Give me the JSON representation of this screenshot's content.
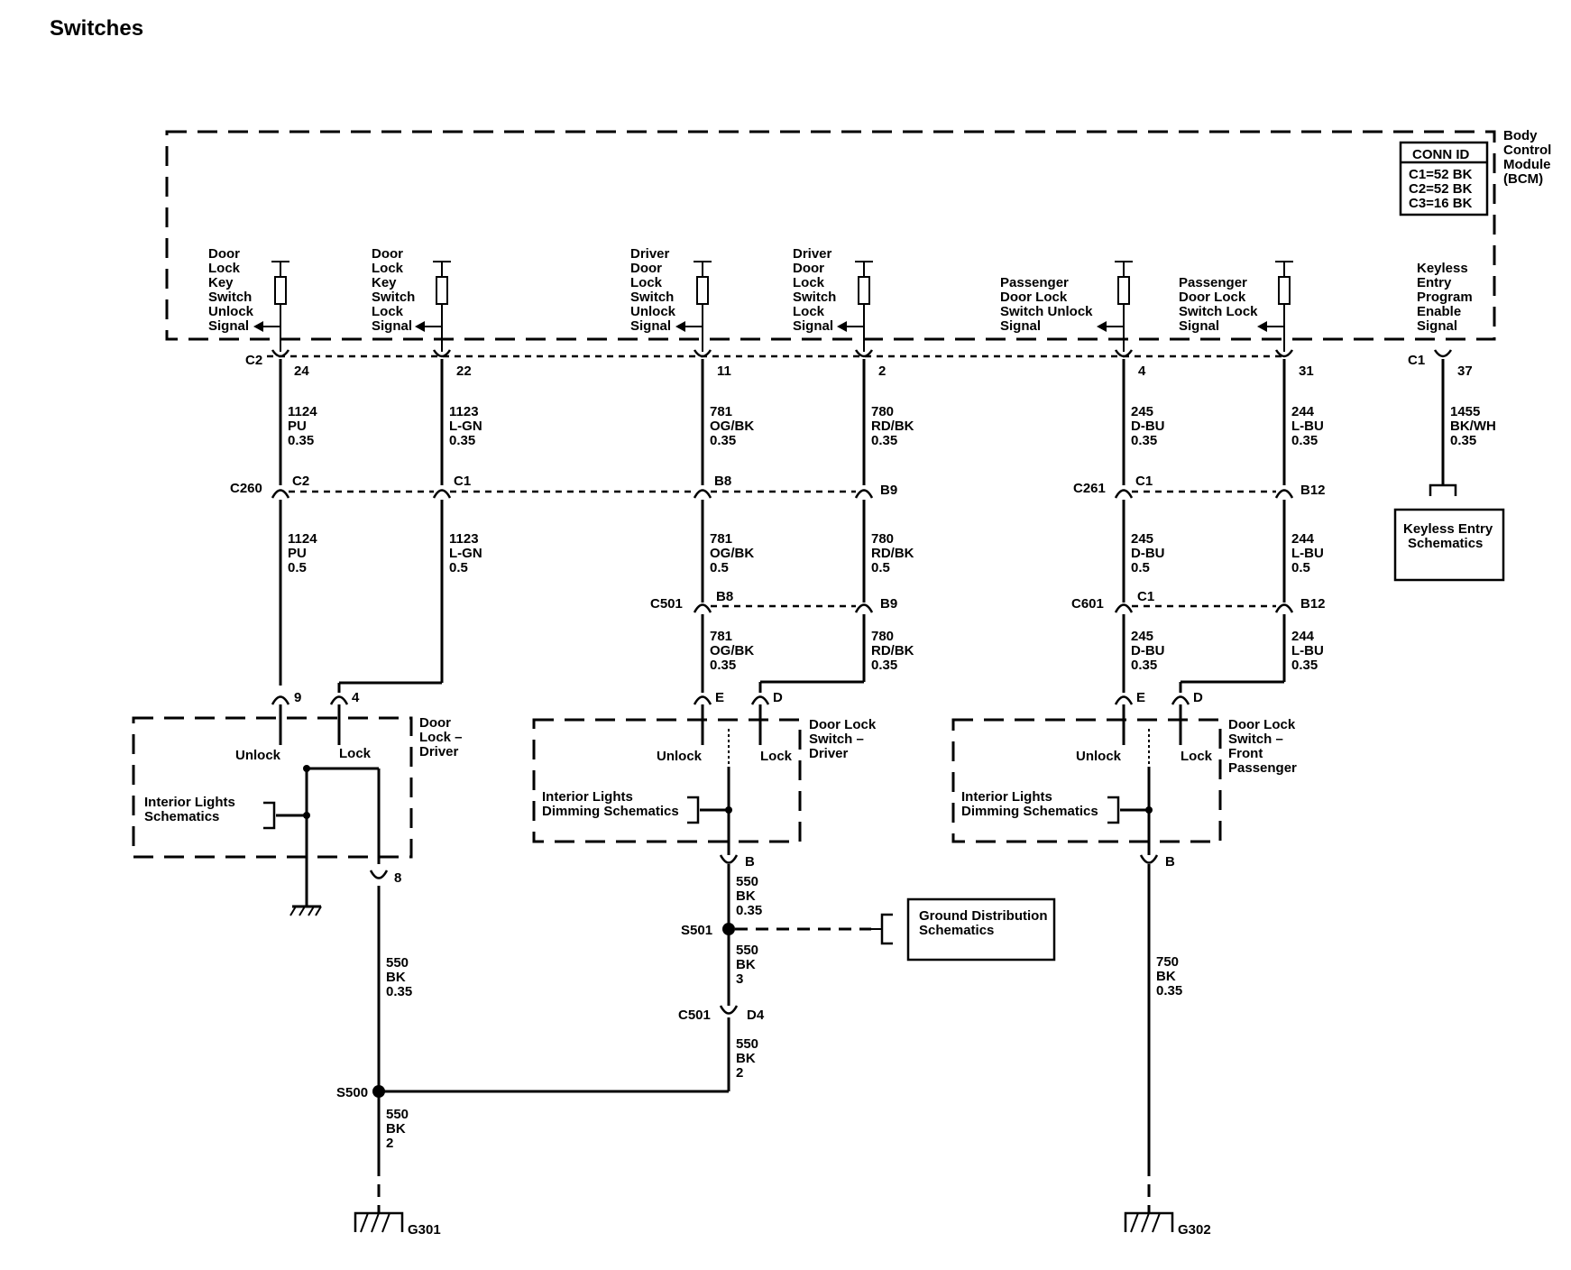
{
  "title": "Switches",
  "bcm": {
    "label_lines": [
      "Body",
      "Control",
      "Module",
      "(BCM)"
    ],
    "conn_id_header": "CONN ID",
    "conn_id_lines": [
      "C1=52 BK",
      "C2=52 BK",
      "C3=16 BK"
    ]
  },
  "signals": [
    {
      "lines": [
        "Door",
        "Lock",
        "Key",
        "Switch",
        "Unlock",
        "Signal"
      ],
      "connector": "C2",
      "pin": "24",
      "wire": [
        "1124",
        "PU",
        "0.35"
      ]
    },
    {
      "lines": [
        "Door",
        "Lock",
        "Key",
        "Switch",
        "Lock",
        "Signal"
      ],
      "pin": "22",
      "wire": [
        "1123",
        "L-GN",
        "0.35"
      ]
    },
    {
      "lines": [
        "Driver",
        "Door",
        "Lock",
        "Switch",
        "Unlock",
        "Signal"
      ],
      "pin": "11",
      "wire": [
        "781",
        "OG/BK",
        "0.35"
      ]
    },
    {
      "lines": [
        "Driver",
        "Door",
        "Lock",
        "Switch",
        "Lock",
        "Signal"
      ],
      "pin": "2",
      "wire": [
        "780",
        "RD/BK",
        "0.35"
      ]
    },
    {
      "lines": [
        "Passenger",
        "Door Lock",
        "Switch Unlock",
        "Signal"
      ],
      "pin": "4",
      "wire": [
        "245",
        "D-BU",
        "0.35"
      ]
    },
    {
      "lines": [
        "Passenger",
        "Door Lock",
        "Switch Lock",
        "Signal"
      ],
      "pin": "31",
      "wire": [
        "244",
        "L-BU",
        "0.35"
      ]
    },
    {
      "lines": [
        "Keyless",
        "Entry",
        "Program",
        "Enable",
        "Signal"
      ],
      "connector": "C1",
      "pin": "37",
      "wire": [
        "1455",
        "BK/WH",
        "0.35"
      ]
    }
  ],
  "keyless_box": {
    "lines": [
      "Keyless Entry",
      "Schematics"
    ]
  },
  "inline1": {
    "c260": "C260",
    "c260_c2": "C2",
    "c260_c1": "C1",
    "b8": "B8",
    "b9": "B9",
    "c261": "C261",
    "c261_c1": "C1",
    "b12": "B12"
  },
  "wires_mid": [
    [
      "1124",
      "PU",
      "0.5"
    ],
    [
      "1123",
      "L-GN",
      "0.5"
    ],
    [
      "781",
      "OG/BK",
      "0.5"
    ],
    [
      "780",
      "RD/BK",
      "0.5"
    ],
    [
      "245",
      "D-BU",
      "0.5"
    ],
    [
      "244",
      "L-BU",
      "0.5"
    ]
  ],
  "inline2": {
    "c501": "C501",
    "b8": "B8",
    "b9": "B9",
    "c601": "C601",
    "c1": "C1",
    "b12": "B12"
  },
  "wires_low": [
    [
      "781",
      "OG/BK",
      "0.35"
    ],
    [
      "780",
      "RD/BK",
      "0.35"
    ],
    [
      "245",
      "D-BU",
      "0.35"
    ],
    [
      "244",
      "L-BU",
      "0.35"
    ]
  ],
  "switch_driver_key": {
    "pin_unlock": "9",
    "pin_lock": "4",
    "unlock": "Unlock",
    "lock": "Lock",
    "label_lines": [
      "Door",
      "Lock –",
      "Driver"
    ],
    "interior_lines": [
      "Interior Lights",
      "Schematics"
    ],
    "ground_pin": "8"
  },
  "switch_driver": {
    "pin_e": "E",
    "pin_d": "D",
    "unlock": "Unlock",
    "lock": "Lock",
    "label_lines": [
      "Door Lock",
      "Switch –",
      "Driver"
    ],
    "interior_lines": [
      "Interior Lights",
      "Dimming Schematics"
    ],
    "pin_b": "B"
  },
  "switch_passenger": {
    "pin_e": "E",
    "pin_d": "D",
    "unlock": "Unlock",
    "lock": "Lock",
    "label_lines": [
      "Door Lock",
      "Switch –",
      "Front",
      "Passenger"
    ],
    "interior_lines": [
      "Interior Lights",
      "Dimming Schematics"
    ],
    "pin_b": "B"
  },
  "ground_wires": {
    "driver_b": [
      "550",
      "BK",
      "0.35"
    ],
    "s501": "S501",
    "s501_below": [
      "550",
      "BK",
      "3"
    ],
    "c501": "C501",
    "d4": "D4",
    "c501_below": [
      "550",
      "BK",
      "2"
    ],
    "left_lock": [
      "550",
      "BK",
      "0.35"
    ],
    "s500": "S500",
    "s500_below": [
      "550",
      "BK",
      "2"
    ],
    "g301": "G301",
    "passenger_b": [
      "750",
      "BK",
      "0.35"
    ],
    "g302": "G302"
  },
  "ground_dist_box": {
    "lines": [
      "Ground Distribution",
      "Schematics"
    ]
  }
}
